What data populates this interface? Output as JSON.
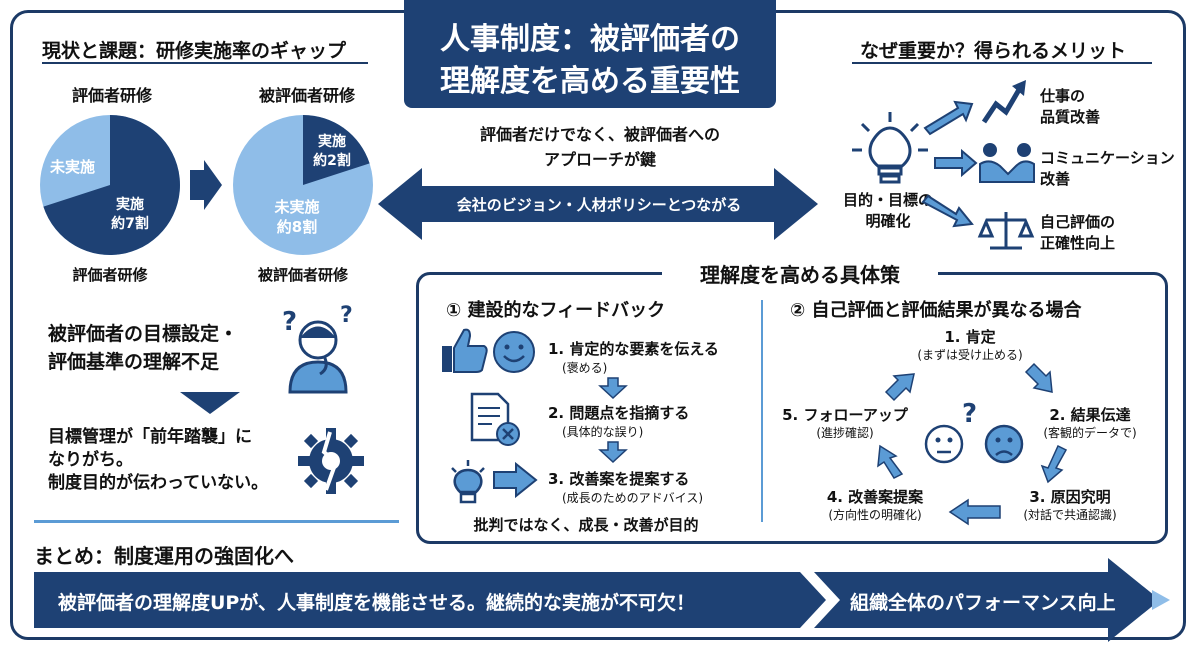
{
  "title": {
    "line1": "人事制度：被評価者の",
    "line2": "理解度を高める重要性"
  },
  "left": {
    "heading": "現状と課題：研修実施率のギャップ",
    "pie_a": {
      "top_label": "評価者研修",
      "bottom_label": "評価者研修",
      "done_label": "実施",
      "done_value": "約7割",
      "undone_label": "未実施"
    },
    "pie_b": {
      "top_label": "被評価者研修",
      "bottom_label": "被評価者研修",
      "done_label": "実施",
      "done_value": "約2割",
      "undone_label": "未実施",
      "undone_value": "約8割"
    },
    "issue": {
      "line1": "被評価者の目標設定・",
      "line2": "評価基準の理解不足"
    },
    "result": {
      "line1": "目標管理が「前年踏襲」に",
      "line2": "なりがち。",
      "line3": "制度目的が伝わっていない。"
    }
  },
  "center": {
    "line1": "評価者だけでなく、被評価者への",
    "line2": "アプローチが鍵",
    "arrow_text": "会社のビジョン・人材ポリシーとつながる"
  },
  "right": {
    "heading": "なぜ重要か？得られるメリット",
    "source": {
      "line1": "目的・目標の",
      "line2": "明確化"
    },
    "benefits": [
      {
        "line1": "仕事の",
        "line2": "品質改善"
      },
      {
        "line1": "コミュニケーション",
        "line2": "改善"
      },
      {
        "line1": "自己評価の",
        "line2": "正確性向上"
      }
    ]
  },
  "measures": {
    "heading": "理解度を高める具体策",
    "feedback": {
      "heading": "① 建設的なフィードバック",
      "steps": [
        {
          "title": "1. 肯定的な要素を伝える",
          "sub": "(褒める)"
        },
        {
          "title": "2. 問題点を指摘する",
          "sub": "(具体的な誤り)"
        },
        {
          "title": "3. 改善案を提案する",
          "sub": "(成長のためのアドバイス)"
        }
      ],
      "footer": "批判ではなく、成長・改善が目的"
    },
    "cycle": {
      "heading": "② 自己評価と評価結果が異なる場合",
      "steps": [
        {
          "title": "1. 肯定",
          "sub": "(まずは受け止める)"
        },
        {
          "title": "2. 結果伝達",
          "sub": "(客観的データで)"
        },
        {
          "title": "3. 原因究明",
          "sub": "(対話で共通認識)"
        },
        {
          "title": "4. 改善案提案",
          "sub": "(方向性の明確化)"
        },
        {
          "title": "5. フォローアップ",
          "sub": "(進捗確認)"
        }
      ]
    }
  },
  "summary": {
    "heading": "まとめ：制度運用の強固化へ",
    "main": "被評価者の理解度UPが、人事制度を機能させる。継続的な実施が不可欠！",
    "end": "組織全体のパフォーマンス向上"
  },
  "colors": {
    "navy": "#1e4174",
    "light_blue": "#5b9bd5",
    "pale_blue": "#8fbde8"
  }
}
